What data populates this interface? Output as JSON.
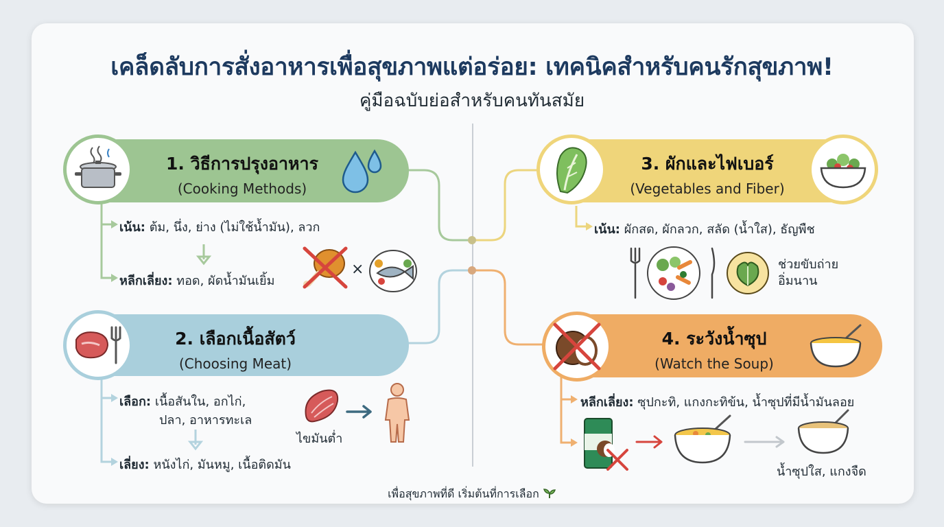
{
  "header": {
    "title": "เคล็ดลับการสั่งอาหารเพื่อสุขภาพแต่อร่อย: เทคนิคสำหรับคนรักสุขภาพ!",
    "subtitle": "คู่มือฉบับย่อสำหรับคนทันสมัย"
  },
  "sections": {
    "cooking": {
      "title": "1. วิธีการปรุงอาหาร",
      "subtitle": "(Cooking Methods)",
      "focus_label": "เน้น:",
      "focus_text": "ต้ม, นึ่ง, ย่าง (ไม่ใช้น้ำมัน), ลวก",
      "avoid_label": "หลีกเลี่ยง:",
      "avoid_text": "ทอด, ผัดน้ำมันเยิ้ม",
      "times_glyph": "×"
    },
    "meat": {
      "title": "2. เลือกเนื้อสัตว์",
      "subtitle": "(Choosing Meat)",
      "choose_label": "เลือก:",
      "choose_line1": "เนื้อสันใน, อกไก่,",
      "choose_line2": "ปลา, อาหารทะเล",
      "lowfat_caption": "ไขมันต่ำ",
      "avoid_label": "เลี่ยง:",
      "avoid_text": "หนังไก่, มันหมู, เนื้อติดมัน"
    },
    "vegetables": {
      "title": "3. ผักและไฟเบอร์",
      "subtitle": "(Vegetables and Fiber)",
      "focus_label": "เน้น:",
      "focus_text": "ผักสด, ผักลวก, สลัด (น้ำใส), ธัญพืช",
      "benefit_line1": "ช่วยขับถ่าย",
      "benefit_line2": "อิ่มนาน"
    },
    "soup": {
      "title": "4. ระวังน้ำซุป",
      "subtitle": "(Watch the Soup)",
      "avoid_label": "หลีกเลี่ยง:",
      "avoid_text": "ซุปกะทิ, แกงกะทิข้น, น้ำซุปที่มีน้ำมันลอย",
      "clear_caption": "น้ำซุปใส, แกงจืด"
    }
  },
  "footer": {
    "text": "เพื่อสุขภาพที่ดี เริ่มต้นที่การเลือก"
  },
  "colors": {
    "green": "#9dc592",
    "blue": "#a9cfdc",
    "yellow": "#efd57a",
    "orange": "#efac64",
    "title_navy": "#1d3a5f"
  },
  "icons": {
    "cooking": [
      "pot-icon",
      "water-drops-icon",
      "fried-chicken-crossed-icon",
      "fish-plate-icon"
    ],
    "meat": [
      "steak-fork-icon",
      "lean-muscle-icon",
      "person-icon"
    ],
    "vegetables": [
      "lettuce-icon",
      "salad-bowl-icon",
      "fork-knife-plate-icon",
      "spinach-icon"
    ],
    "soup": [
      "coconut-crossed-icon",
      "soup-bowl-icon",
      "coconut-milk-can-icon",
      "curry-bowl-icon",
      "clear-soup-bowl-icon"
    ]
  }
}
